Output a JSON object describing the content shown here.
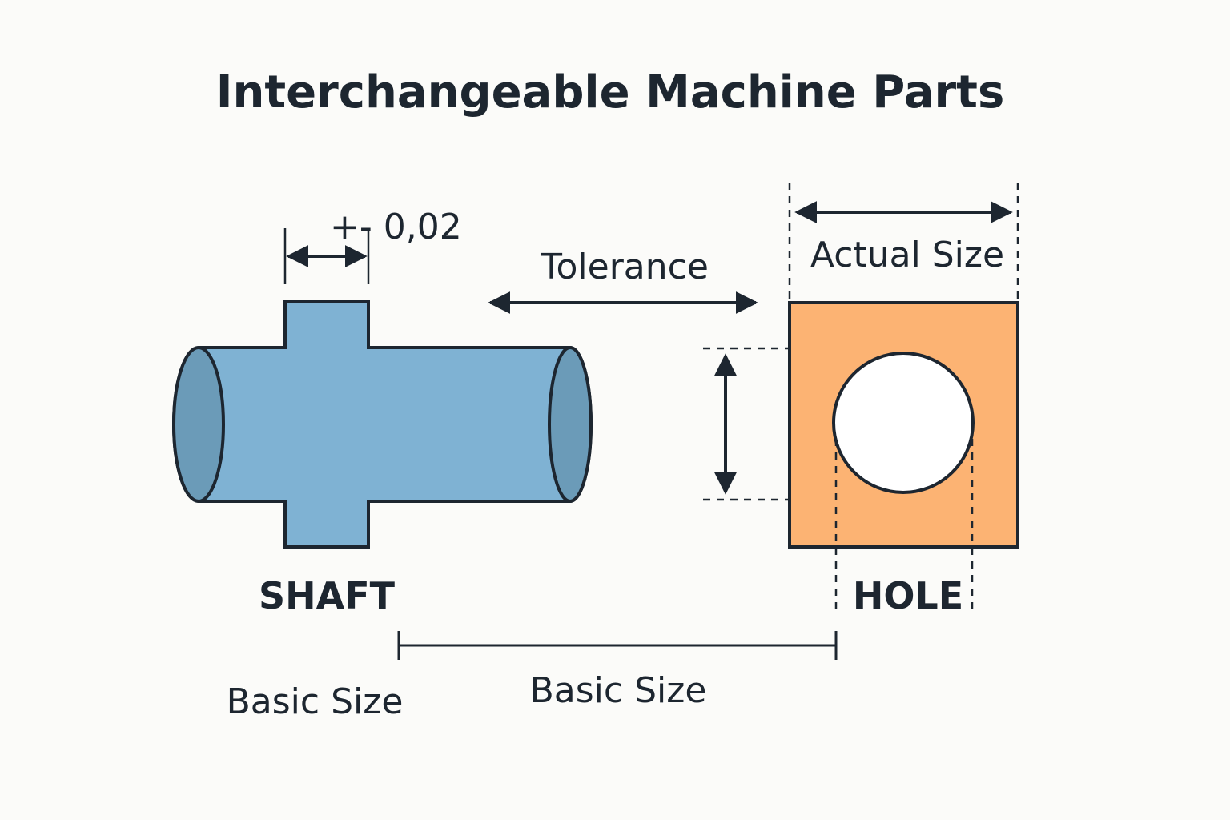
{
  "title": "Interchangeable Machine Parts",
  "labels": {
    "shaft_tolerance_value": "+- 0,02",
    "tolerance": "Tolerance",
    "actual_size": "Actual Size",
    "shaft": "SHAFT",
    "hole": "HOLE",
    "basic_size_left": "Basic Size",
    "basic_size_center": "Basic Size"
  },
  "colors": {
    "shaft_fill": "#7fb2d3",
    "shaft_end_fill": "#6b9bb8",
    "block_fill": "#fcb373",
    "hole_fill": "#ffffff",
    "ink": "#1d2630",
    "background": "#fbfbf9"
  }
}
